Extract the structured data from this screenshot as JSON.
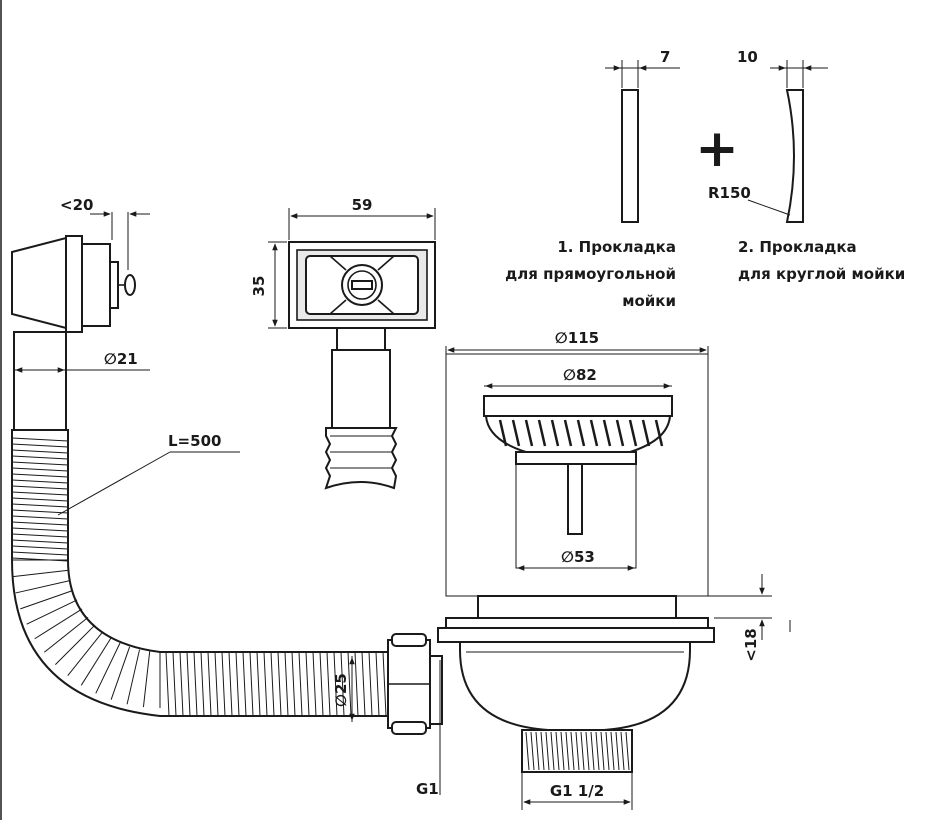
{
  "dimensions": {
    "gasket1_thickness": "7",
    "gasket2_thickness": "10",
    "gasket2_radius": "R150",
    "overflow_offset": "<20",
    "overflow_width": "59",
    "overflow_height": "35",
    "overflow_pipe_diameter": "∅21",
    "hose_length": "L=500",
    "flange_diameter": "∅115",
    "basket_diameter": "∅82",
    "basket_stem_diameter": "∅53",
    "max_thickness": "<18",
    "hose_diameter": "∅25",
    "outlet_thread": "G1",
    "drain_thread": "G1 1/2"
  },
  "captions": {
    "gasket1": [
      "1. Прокладка",
      "для прямоугольной",
      "мойки"
    ],
    "gasket2": [
      "2. Прокладка",
      "для круглой мойки"
    ]
  },
  "symbols": {
    "plus": "+"
  }
}
